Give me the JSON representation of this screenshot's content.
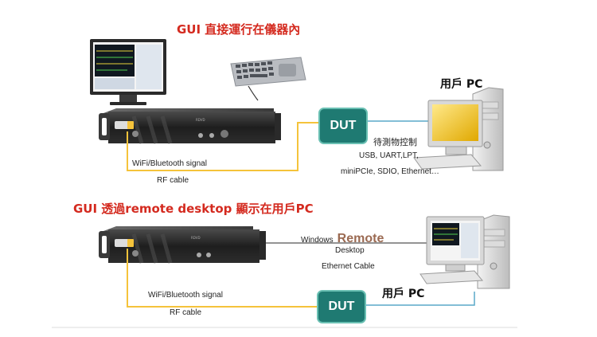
{
  "section1": {
    "title": "GUI 直接運行在儀器內",
    "dut_label": "DUT",
    "user_pc_label": "用戶 PC",
    "interfaces_title": "待測物控制",
    "interfaces_line1": "USB, UART,LPT,",
    "interfaces_line2": "miniPCIe, SDIO, Ethernet…",
    "signal_label": "WiFi/Bluetooth signal",
    "cable_label": "RF cable"
  },
  "section2": {
    "title": "GUI 透過remote desktop 顯示在用戶PC",
    "dut_label": "DUT",
    "user_pc_label": "用戶 PC",
    "rd_prefix": "Windows",
    "rd_remote": "Remote",
    "rd_desktop": "Desktop",
    "ethernet_label": "Ethernet Cable",
    "signal_label": "WiFi/Bluetooth signal",
    "cable_label": "RF cable"
  },
  "colors": {
    "title_red": "#d42a1f",
    "rf_cable": "#f5c33b",
    "dut_fill": "#1f7a72",
    "dut_border": "#6ac0b3",
    "control_line": "#5aa9c8",
    "ethernet_line": "#555555",
    "remote_text": "#9b6a52"
  },
  "icons": [
    "monitor-icon",
    "keyboard-icon",
    "instrument-icon",
    "desktop-pc-icon"
  ]
}
